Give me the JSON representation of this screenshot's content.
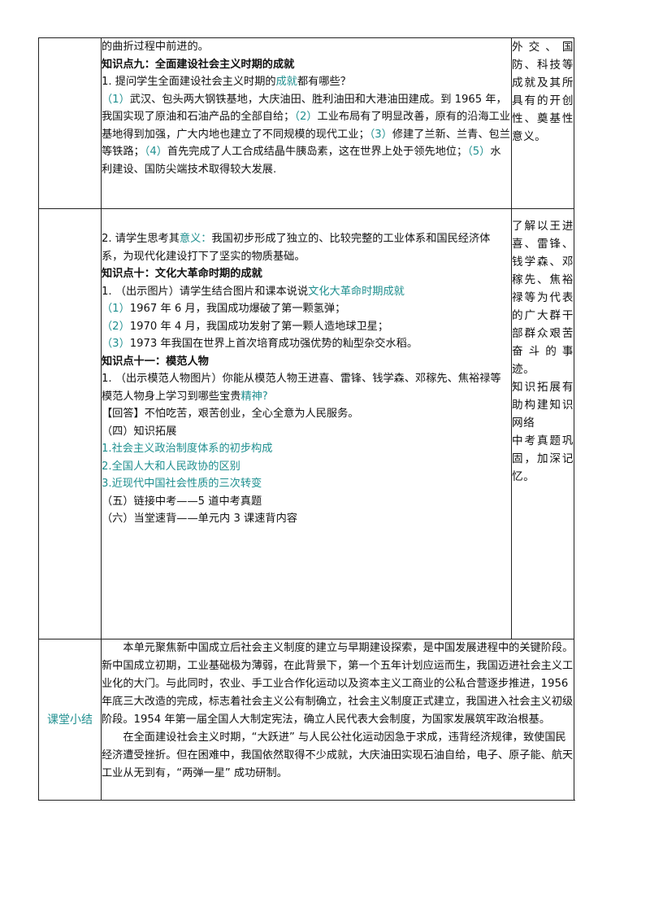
{
  "row1": {
    "main": {
      "line_continued": "的曲折过程中前进的。",
      "heading_9": "知识点九：全面建设社会主义时期的成就",
      "q1_prefix": "1. 提问学生全面建设社会主义时期的",
      "q1_highlight": "成就",
      "q1_suffix": "都有哪些？",
      "item1_num": "（1）",
      "item1_text": "武汉、包头两大钢铁基地，大庆油田、胜利油田和大港油田建成。到 1965 年，我国实现了原油和石油产品的全部自给；",
      "item2_num": "（2）",
      "item2_text": "工业布局有了明显改善，原有的沿海工业基地得到加强，广大内地也建立了不同规模的现代工业；",
      "item3_num": "（3）",
      "item3_text": "修建了兰新、兰青、包兰等铁路；",
      "item4_num": "（4）",
      "item4_text": "首先完成了人工合成结晶牛胰岛素，这在世界上处于领先地位；",
      "item5_num": "（5）",
      "item5_text": "水利建设、国防尖端技术取得较大发展."
    },
    "side": "外交、国防、科技等成就及其所具有的开创性、奠基性意义。"
  },
  "row2": {
    "main": {
      "q2_prefix": "2. 请学生思考其",
      "q2_highlight": "意义：",
      "q2_text": "我国初步形成了独立的、比较完整的工业体系和国民经济体系，为现代化建设打下了坚实的物质基础。",
      "heading_10": "知识点十：文化大革命时期的成就",
      "q10_prefix": "1. （出示图片）请学生结合图片和课本说说",
      "q10_highlight": "文化大革命时期成就",
      "a1_num": "（1）",
      "a1_text": "1967 年 6 月，我国成功爆破了第一颗氢弹；",
      "a2_num": "（2）",
      "a2_text": "1970 年 4 月，我国成功发射了第一颗人造地球卫星；",
      "a3_num": "（3）",
      "a3_text": "1973 年我国在世界上首次培育成功强优势的籼型杂交水稻。",
      "heading_11": "知识点十一：模范人物",
      "q11_prefix": "1. （出示模范人物图片）你能从模范人物王进喜、雷锋、钱学森、邓稼先、焦裕禄等模范人物身上学习到哪些宝贵",
      "q11_highlight": "精神?",
      "answer": "【回答】不怕吃苦，艰苦创业，全心全意为人民服务。",
      "section4": "（四）知识拓展",
      "ext1": "1.社会主义政治制度体系的初步构成",
      "ext2": "2.全国人大和人民政协的区别",
      "ext3": "3.近现代中国社会性质的三次转变",
      "section5": "（五）链接中考——5 道中考真题",
      "section6": "（六）当堂速背——单元内 3 课速背内容"
    },
    "side1": "了解以王进喜、雷锋、钱学森、邓稼先、焦裕禄等为代表的广大群干部群众艰苦奋斗的事迹。",
    "side2": "知识拓展有助构建知识网络",
    "side3": "中考真题巩固，加深记忆。"
  },
  "row3": {
    "label": "课堂小结",
    "para1": "本单元聚焦新中国成立后社会主义制度的建立与早期建设探索，是中国发展进程中的关键阶段。新中国成立初期，工业基础极为薄弱，在此背景下，第一个五年计划应运而生，我国迈进社会主义工业化的大门。与此同时，农业、手工业合作化运动以及资本主义工商业的公私合营逐步推进，1956 年底三大改造的完成，标志着社会主义公有制确立，社会主义制度正式建立，我国进入社会主义初级阶段。1954 年第一届全国人大制定宪法，确立人民代表大会制度，为国家发展筑牢政治根基。",
    "para2": "在全面建设社会主义时期，“大跃进” 与人民公社化运动因急于求成，违背经济规律，致使国民经济遭受挫折。但在困难中，我国依然取得不少成就，大庆油田实现石油自给，电子、原子能、航天工业从无到有，“两弹一星” 成功研制。"
  }
}
